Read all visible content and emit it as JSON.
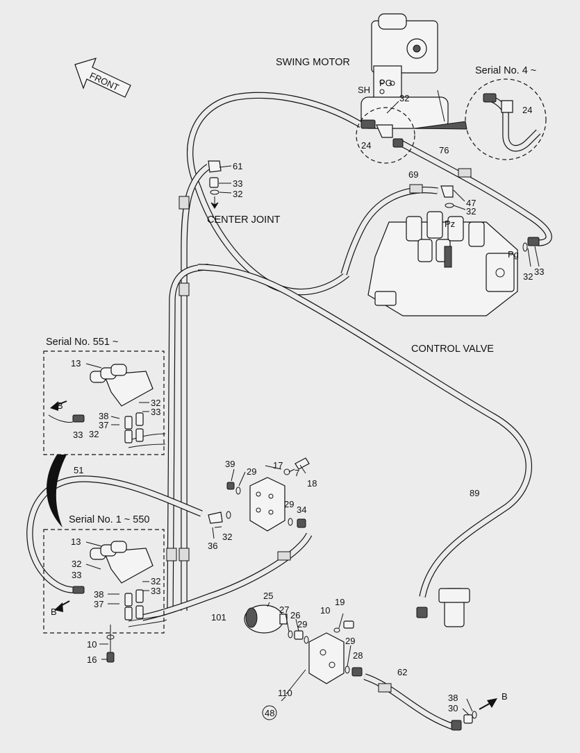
{
  "titles": {
    "swing_motor": "SWING MOTOR",
    "center_joint": "CENTER JOINT",
    "control_valve": "CONTROL VALVE",
    "front": "FRONT"
  },
  "serials": {
    "s4": "Serial No. 4 ~",
    "s551": "Serial No. 551 ~",
    "s1_550": "Serial No. 1 ~ 550"
  },
  "ports": {
    "sh": "SH",
    "pg_motor": "PG",
    "pz": "Pz",
    "pg_valve": "Pg",
    "b1": "B",
    "b2": "B",
    "b3": "B"
  },
  "callouts": {
    "c_32a": "32",
    "c_24a": "24",
    "c_24b": "24",
    "c_76": "76",
    "c_61": "61",
    "c_33a": "33",
    "c_32b": "32",
    "c_69": "69",
    "c_47": "47",
    "c_32c": "32",
    "c_32d": "32",
    "c_33b": "33",
    "c_13a": "13",
    "c_32e": "32",
    "c_33c": "33",
    "c_38a": "38",
    "c_37a": "37",
    "c_33d": "33",
    "c_32f": "32",
    "c_51": "51",
    "c_39": "39",
    "c_29a": "29",
    "c_17": "17",
    "c_7": "7",
    "c_18": "18",
    "c_29b": "29",
    "c_34": "34",
    "c_36": "36",
    "c_32g": "32",
    "c_89": "89",
    "c_13b": "13",
    "c_32h": "32",
    "c_33e": "33",
    "c_32i": "32",
    "c_33f": "33",
    "c_38b": "38",
    "c_37b": "37",
    "c_10a": "10",
    "c_16": "16",
    "c_101": "101",
    "c_25": "25",
    "c_27": "27",
    "c_26": "26",
    "c_29c": "29",
    "c_10b": "10",
    "c_19": "19",
    "c_29d": "29",
    "c_28": "28",
    "c_62": "62",
    "c_38c": "38",
    "c_30": "30",
    "c_110": "110",
    "c_48": "48"
  }
}
